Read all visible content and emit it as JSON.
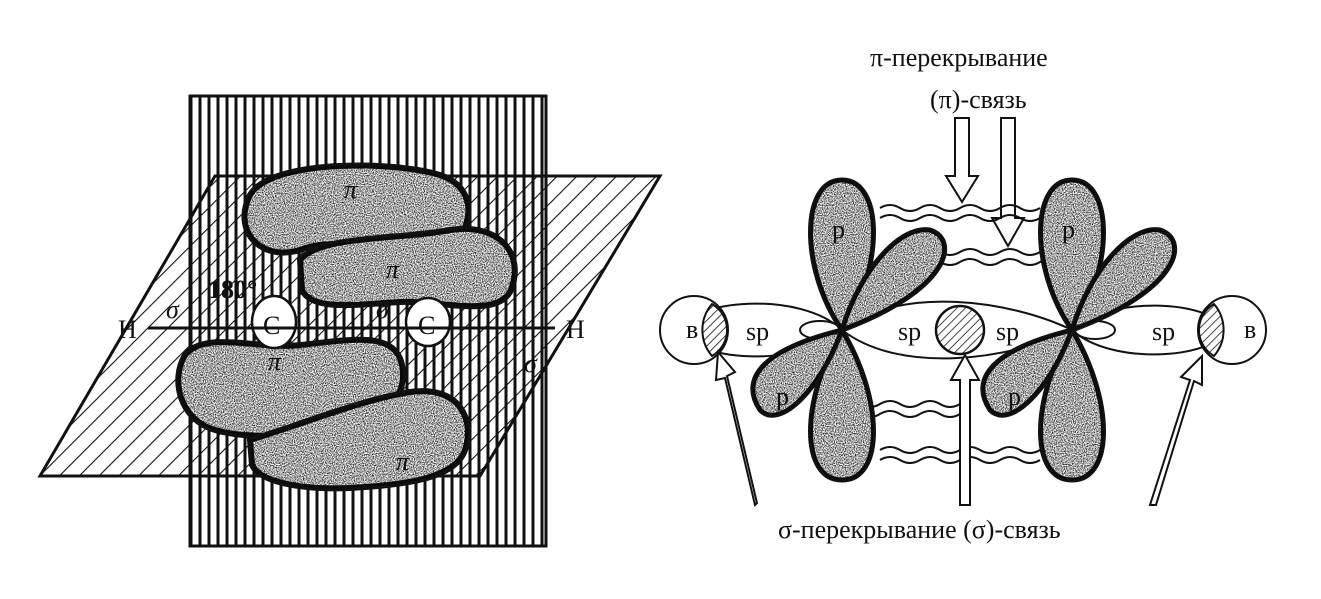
{
  "left_diagram": {
    "atom_h": "H",
    "atom_c": "C",
    "sigma": "σ",
    "pi": "π",
    "angle": "180°"
  },
  "right_diagram": {
    "pi_caption_line1": "π-перекрывание",
    "pi_caption_line2": "(π)-связь",
    "sigma_caption": "σ-перекрывание (σ)-связь",
    "orbital_p": "p",
    "orbital_sp": "sp",
    "orbital_s": "в"
  },
  "colors": {
    "ink": "#111111",
    "paper": "#ffffff"
  }
}
